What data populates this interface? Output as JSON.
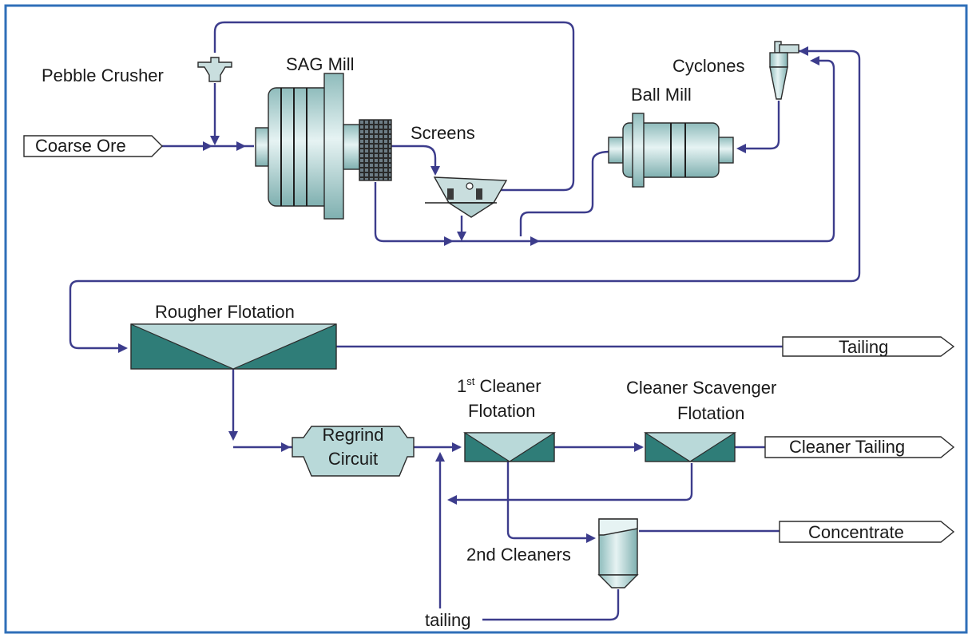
{
  "colors": {
    "frame": "#2f6fb8",
    "flow_line": "#3c3c8c",
    "equipment_light": "#b9d9d9",
    "equipment_dark": "#2f7d78",
    "mill_highlight": "#e6f3f3"
  },
  "equipment": {
    "pebble_crusher": "Pebble Crusher",
    "sag_mill": "SAG Mill",
    "screens": "Screens",
    "ball_mill": "Ball Mill",
    "cyclones": "Cyclones",
    "rougher_flotation": "Rougher Flotation",
    "regrind_circuit_line1": "Regrind",
    "regrind_circuit_line2": "Circuit",
    "first_cleaner_num": "1",
    "first_cleaner_sup": "st",
    "first_cleaner_line1": " Cleaner",
    "first_cleaner_line2": "Flotation",
    "cleaner_scavenger_line1": "Cleaner Scavenger",
    "cleaner_scavenger_line2": "Flotation",
    "second_cleaners": "2nd Cleaners"
  },
  "streams": {
    "coarse_ore": "Coarse Ore",
    "tailing": "Tailing",
    "cleaner_tailing": "Cleaner Tailing",
    "concentrate": "Concentrate",
    "second_cleaner_tailing": "tailing"
  }
}
